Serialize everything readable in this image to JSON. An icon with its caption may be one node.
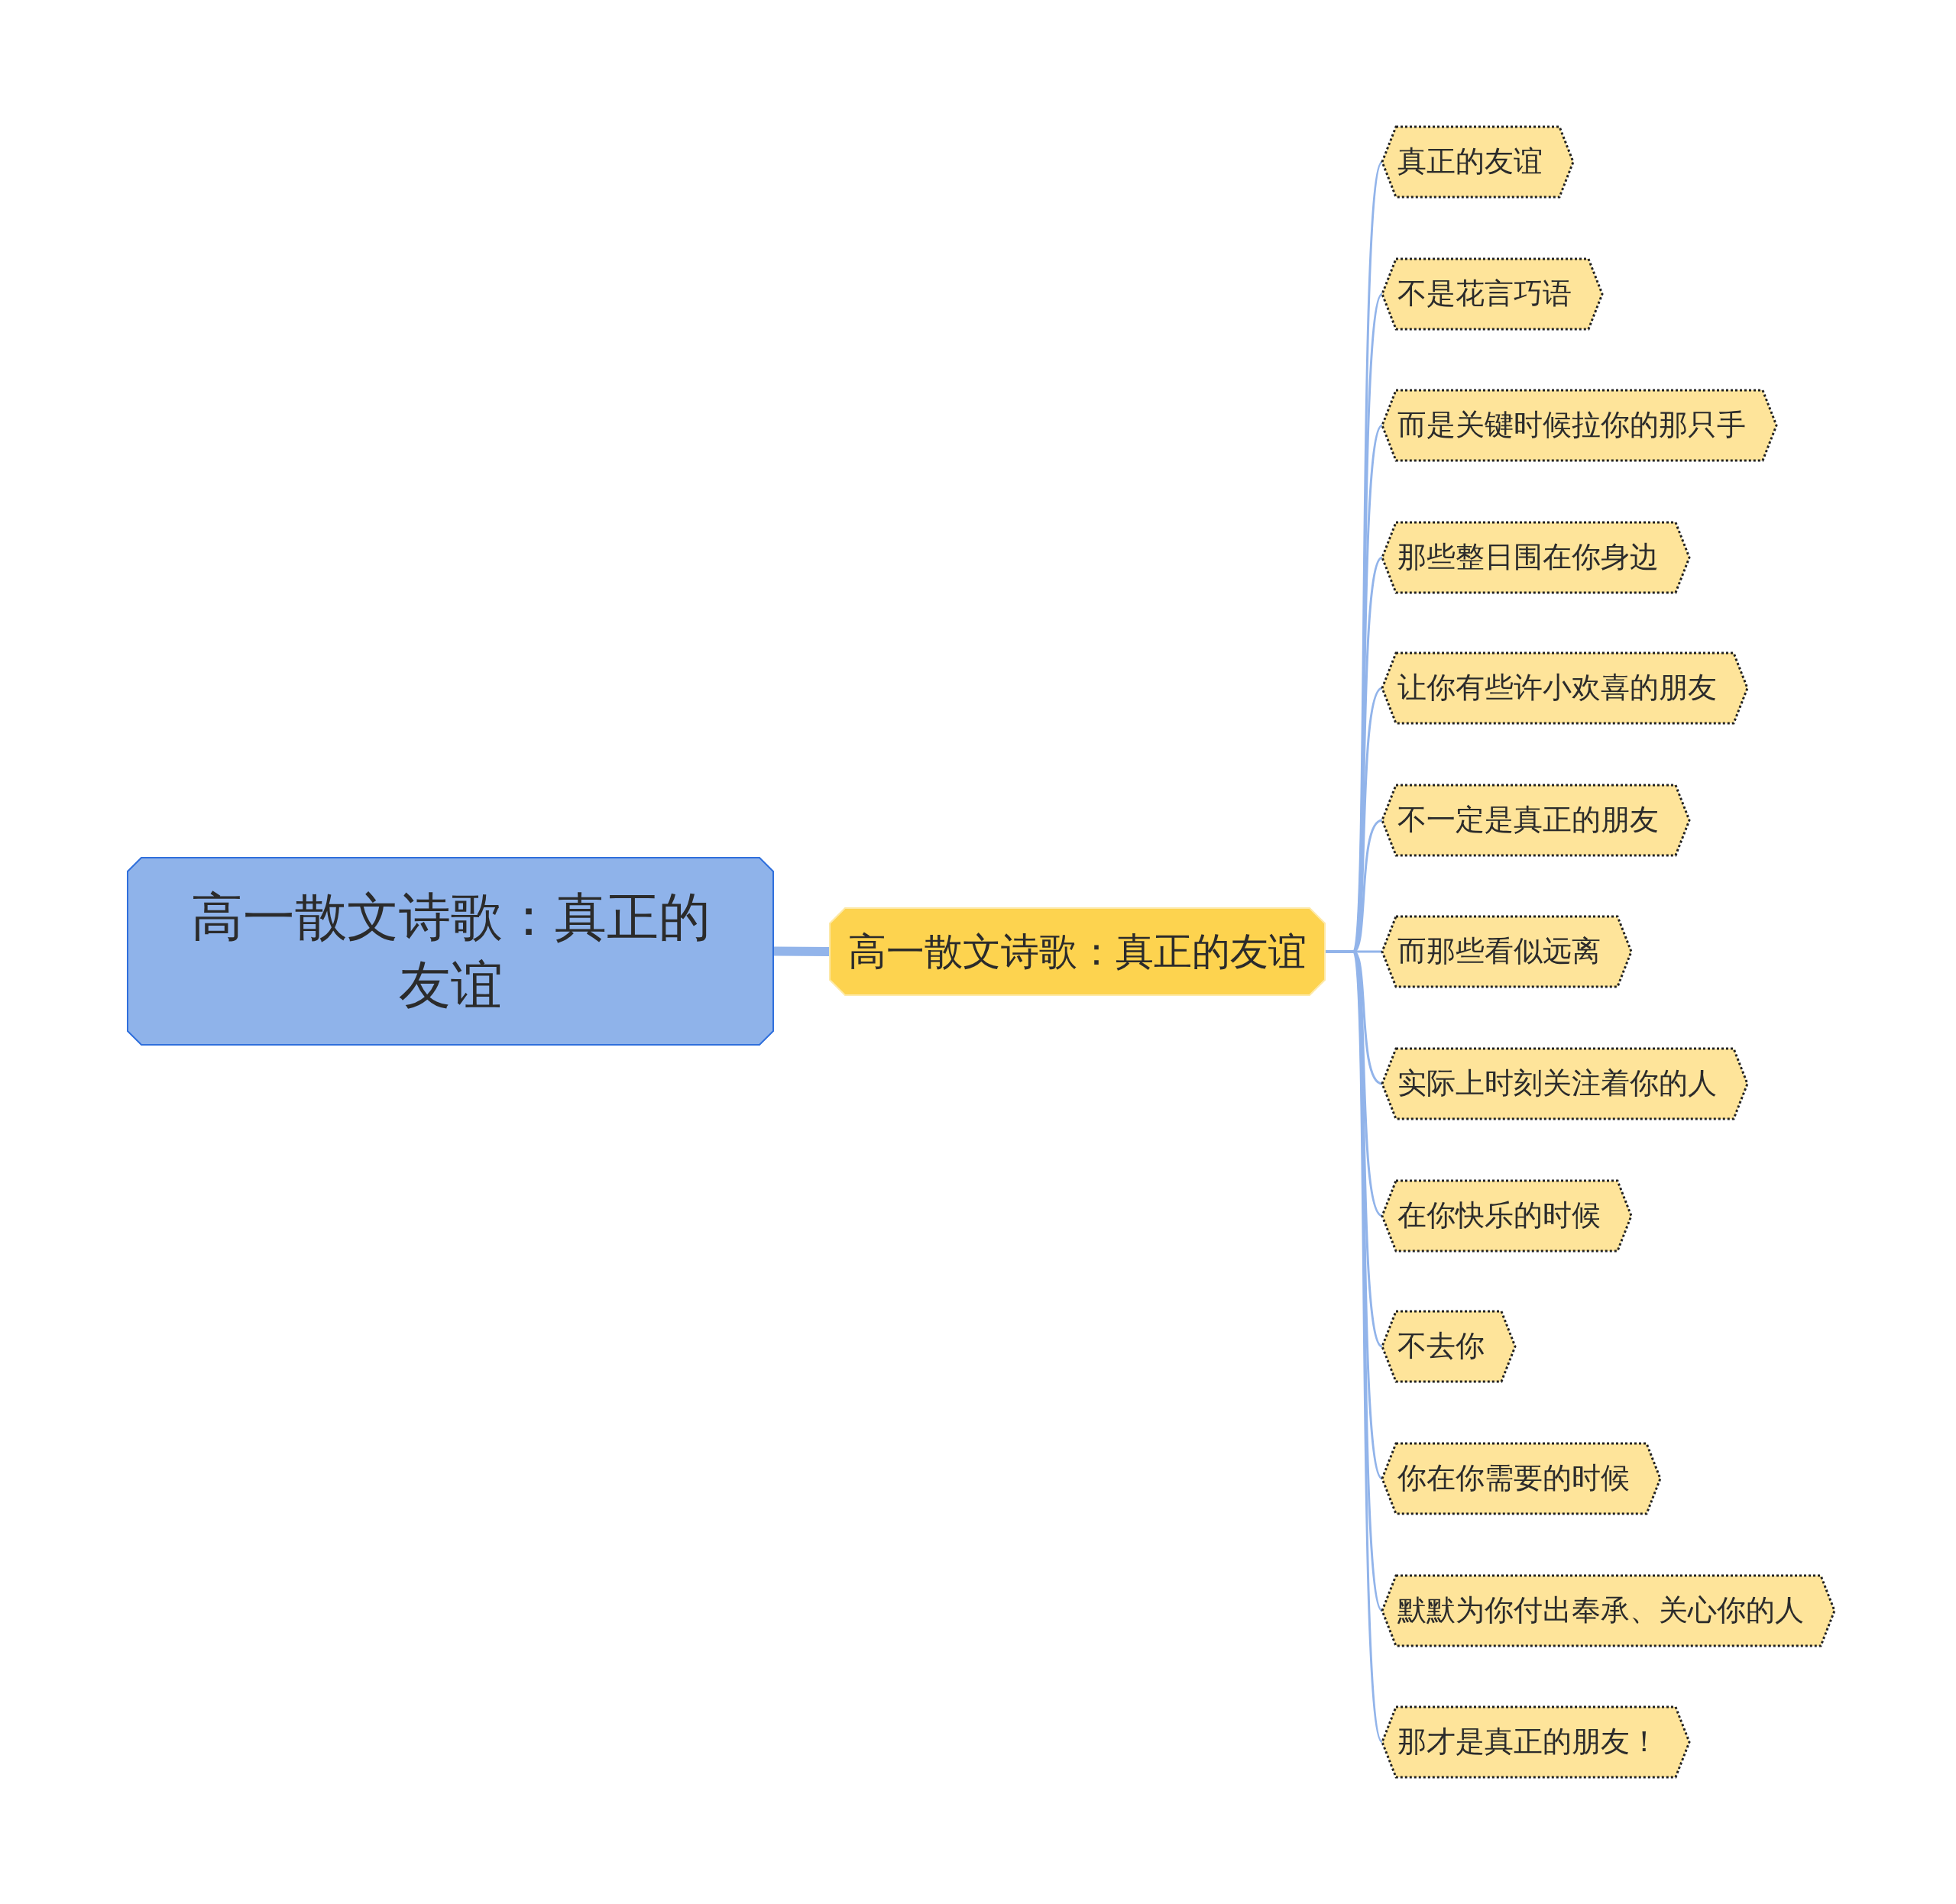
{
  "diagram": {
    "nodes": [
      {
        "text": [
          "高一散文诗歌：真正的友谊"
        ]
      },
      {
        "text": [
          "高一散文诗歌：真正的友谊"
        ]
      },
      {
        "text": [
          "真正的友谊"
        ]
      },
      {
        "text": [
          "不是花言巧语"
        ]
      },
      {
        "text": [
          "而是关键时候拉你的那只手"
        ]
      },
      {
        "text": [
          "那些整日围在你身边"
        ]
      },
      {
        "text": [
          "让你有些许小欢喜的朋友"
        ]
      },
      {
        "text": [
          "不一定是真正的朋友"
        ]
      },
      {
        "text": [
          "而那些看似远离"
        ]
      },
      {
        "text": [
          "实际上时刻关注着你的人"
        ]
      },
      {
        "text": [
          "在你快乐的时候"
        ]
      },
      {
        "text": [
          "不去你"
        ]
      },
      {
        "text": [
          "你在你需要的时候"
        ]
      },
      {
        "text": [
          "默默为你付出奉承、关心你的人"
        ]
      },
      {
        "text": [
          "那才是真正的朋友！"
        ]
      }
    ],
    "edges": [
      {
        "from": 0,
        "to": 1,
        "arrow": "none",
        "style": "thick"
      },
      {
        "from": 1,
        "to": 2,
        "arrow": "none"
      },
      {
        "from": 1,
        "to": 3,
        "arrow": "none"
      },
      {
        "from": 1,
        "to": 4,
        "arrow": "none"
      },
      {
        "from": 1,
        "to": 5,
        "arrow": "none"
      },
      {
        "from": 1,
        "to": 6,
        "arrow": "none"
      },
      {
        "from": 1,
        "to": 7,
        "arrow": "none"
      },
      {
        "from": 1,
        "to": 8,
        "arrow": "none"
      },
      {
        "from": 1,
        "to": 9,
        "arrow": "none"
      },
      {
        "from": 1,
        "to": 10,
        "arrow": "none"
      },
      {
        "from": 1,
        "to": 11,
        "arrow": "none"
      },
      {
        "from": 1,
        "to": 12,
        "arrow": "none"
      },
      {
        "from": 1,
        "to": 13,
        "arrow": "none"
      },
      {
        "from": 1,
        "to": 14,
        "arrow": "none"
      }
    ]
  }
}
